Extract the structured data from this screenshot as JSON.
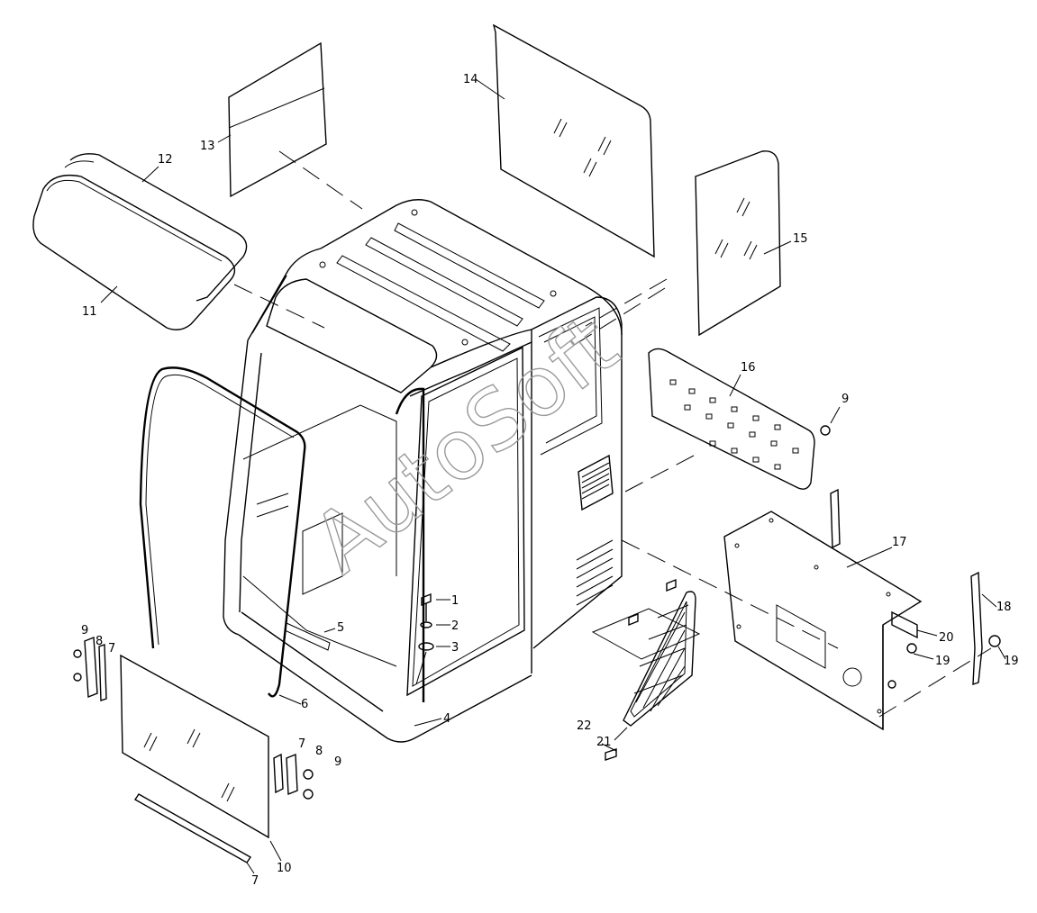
{
  "watermark": "AutoSoft",
  "callouts": [
    "1",
    "2",
    "3",
    "4",
    "5",
    "6",
    "7",
    "8",
    "9",
    "10",
    "11",
    "12",
    "13",
    "14",
    "15",
    "16",
    "17",
    "18",
    "19",
    "20",
    "21",
    "22"
  ],
  "duplicate_callouts": {
    "seven_left_top": "7",
    "seven_right": "7",
    "seven_bottom": "7",
    "eight_right": "8",
    "nine_left": "9",
    "nine_right": "9",
    "nineteen_right": "19"
  }
}
